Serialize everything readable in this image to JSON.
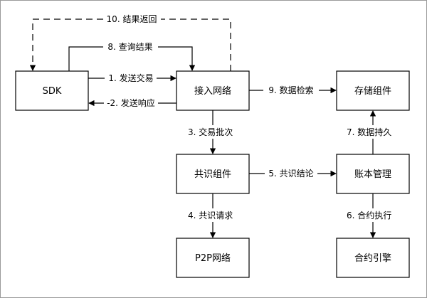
{
  "nodes": {
    "sdk": "SDK",
    "access": "接入网络",
    "storage": "存储组件",
    "consensus": "共识组件",
    "ledger": "账本管理",
    "p2p": "P2P网络",
    "contract": "合约引擎"
  },
  "edges": {
    "send_tx": "1. 发送交易",
    "send_resp": "-2. 发送响应",
    "tx_batch": "3. 交易批次",
    "consensus_req": "4. 共识请求",
    "consensus_result": "5. 共识结论",
    "contract_exec": "6. 合约执行",
    "persist": "7. 数据持久",
    "query_result": "8. 查询结果",
    "data_retrieval": "9. 数据检索",
    "result_return": "10. 结果返回"
  }
}
